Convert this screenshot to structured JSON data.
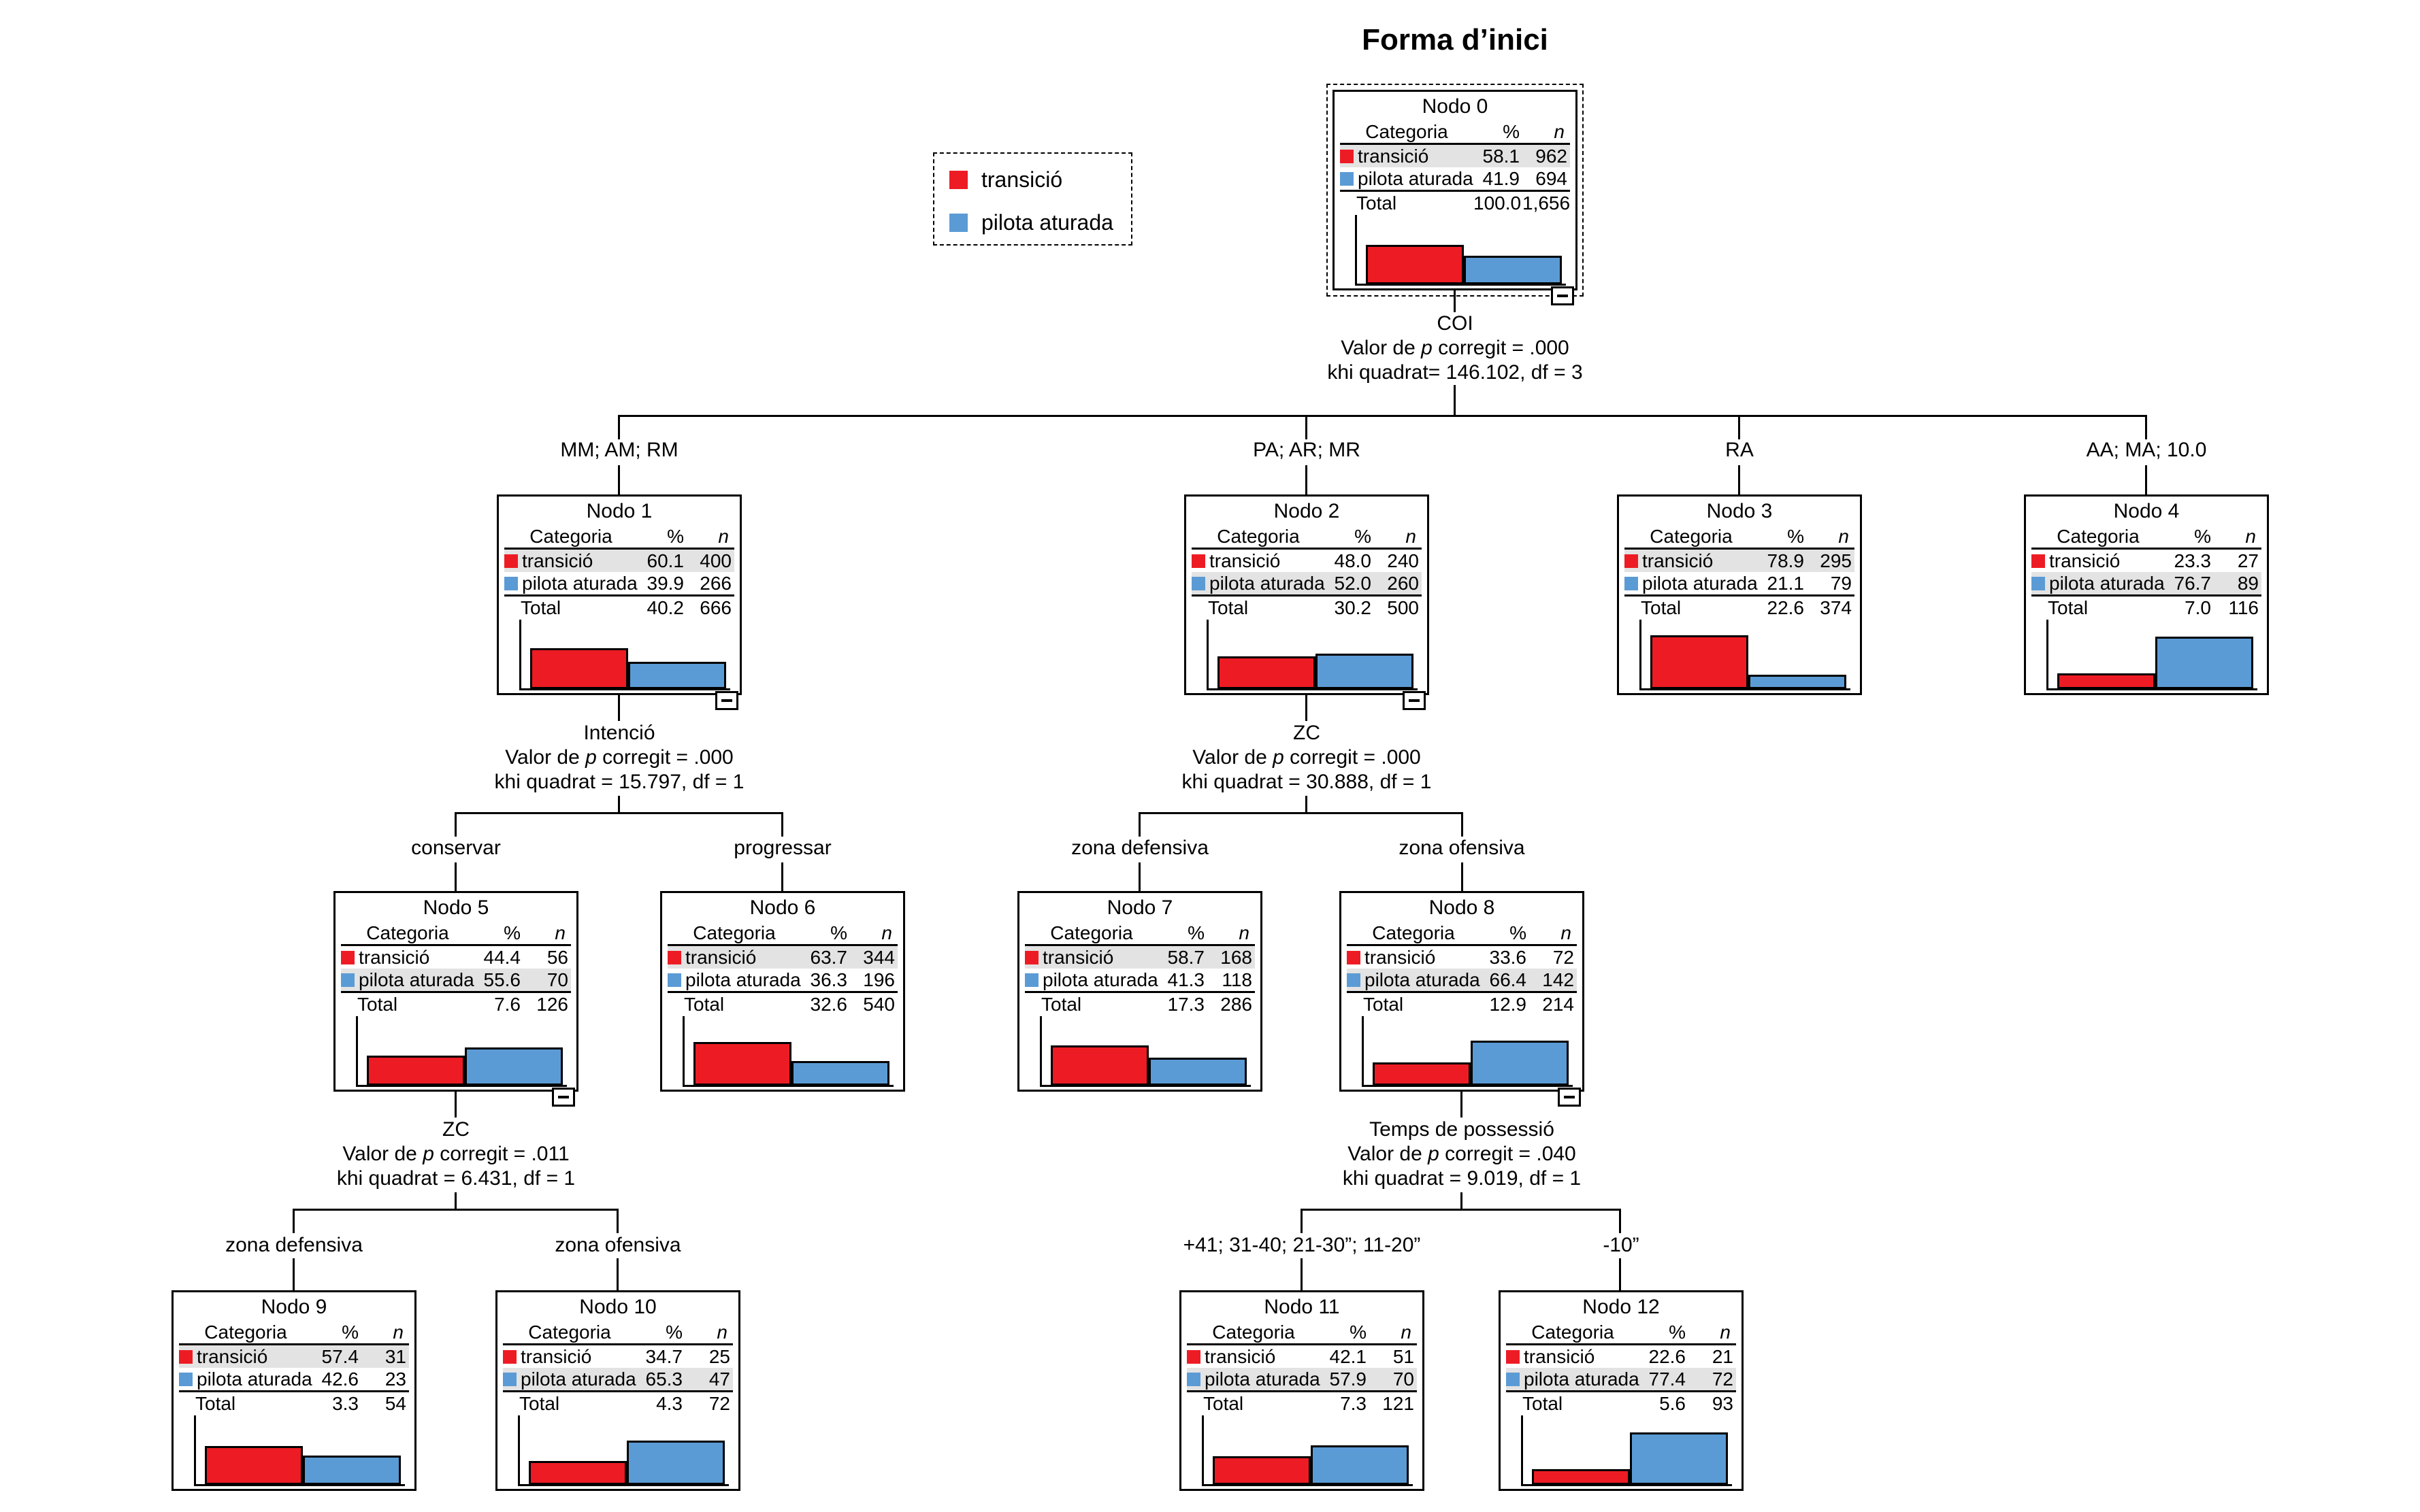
{
  "title": "Forma d’inici",
  "colors": {
    "red": "#ed1c24",
    "blue": "#5b9bd5",
    "row_highlight": "#e3e3e3",
    "line": "#000000"
  },
  "legend": {
    "items": [
      {
        "label": "transició",
        "color": "#ed1c24"
      },
      {
        "label": "pilota aturada",
        "color": "#5b9bd5"
      }
    ]
  },
  "table_headers": {
    "category": "Categoria",
    "pct": "%",
    "n": "n",
    "total": "Total"
  },
  "splits": [
    {
      "variable": "COI",
      "pvalue_parts": [
        "Valor de ",
        "p",
        " corregit = .000"
      ],
      "chi": "khi quadrat= 146.102, df = 3"
    },
    {
      "variable": "Intenció",
      "pvalue_parts": [
        "Valor de ",
        "p",
        " corregit = .000"
      ],
      "chi": "khi quadrat = 15.797, df = 1"
    },
    {
      "variable": "ZC",
      "pvalue_parts": [
        "Valor de ",
        "p",
        " corregit = .000"
      ],
      "chi": "khi quadrat = 30.888, df = 1"
    },
    {
      "variable": "ZC",
      "pvalue_parts": [
        "Valor de ",
        "p",
        " corregit = .011"
      ],
      "chi": "khi quadrat = 6.431, df = 1"
    },
    {
      "variable": "Temps de possessió",
      "pvalue_parts": [
        "Valor de ",
        "p",
        " corregit = .040"
      ],
      "chi": "khi quadrat = 9.019, df = 1"
    }
  ],
  "branch_labels": [
    "MM; AM; RM",
    "PA; AR; MR",
    "RA",
    "AA; MA; 10.0",
    "conservar",
    "progressar",
    "zona defensiva",
    "zona ofensiva",
    "zona defensiva",
    "zona ofensiva",
    "+41; 31-40; 21-30”; 11-20”",
    "-10”"
  ],
  "nodes": [
    {
      "title": "Nodo 0",
      "rows": [
        {
          "label": "transició",
          "pct": "58.1",
          "n": "962"
        },
        {
          "label": "pilota aturada",
          "pct": "41.9",
          "n": "694"
        }
      ],
      "total": {
        "pct": "100.0",
        "n": "1,656"
      },
      "selected": true,
      "has_collapse_button": true
    },
    {
      "title": "Nodo 1",
      "rows": [
        {
          "label": "transició",
          "pct": "60.1",
          "n": "400"
        },
        {
          "label": "pilota aturada",
          "pct": "39.9",
          "n": "266"
        }
      ],
      "total": {
        "pct": "40.2",
        "n": "666"
      },
      "selected": false,
      "has_collapse_button": true
    },
    {
      "title": "Nodo 2",
      "rows": [
        {
          "label": "transició",
          "pct": "48.0",
          "n": "240"
        },
        {
          "label": "pilota aturada",
          "pct": "52.0",
          "n": "260"
        }
      ],
      "total": {
        "pct": "30.2",
        "n": "500"
      },
      "selected": false,
      "has_collapse_button": true
    },
    {
      "title": "Nodo 3",
      "rows": [
        {
          "label": "transició",
          "pct": "78.9",
          "n": "295"
        },
        {
          "label": "pilota aturada",
          "pct": "21.1",
          "n": "79"
        }
      ],
      "total": {
        "pct": "22.6",
        "n": "374"
      },
      "selected": false,
      "has_collapse_button": false
    },
    {
      "title": "Nodo 4",
      "rows": [
        {
          "label": "transició",
          "pct": "23.3",
          "n": "27"
        },
        {
          "label": "pilota aturada",
          "pct": "76.7",
          "n": "89"
        }
      ],
      "total": {
        "pct": "7.0",
        "n": "116"
      },
      "selected": false,
      "has_collapse_button": false
    },
    {
      "title": "Nodo 5",
      "rows": [
        {
          "label": "transició",
          "pct": "44.4",
          "n": "56"
        },
        {
          "label": "pilota aturada",
          "pct": "55.6",
          "n": "70"
        }
      ],
      "total": {
        "pct": "7.6",
        "n": "126"
      },
      "selected": false,
      "has_collapse_button": true
    },
    {
      "title": "Nodo 6",
      "rows": [
        {
          "label": "transició",
          "pct": "63.7",
          "n": "344"
        },
        {
          "label": "pilota aturada",
          "pct": "36.3",
          "n": "196"
        }
      ],
      "total": {
        "pct": "32.6",
        "n": "540"
      },
      "selected": false,
      "has_collapse_button": false
    },
    {
      "title": "Nodo 7",
      "rows": [
        {
          "label": "transició",
          "pct": "58.7",
          "n": "168"
        },
        {
          "label": "pilota aturada",
          "pct": "41.3",
          "n": "118"
        }
      ],
      "total": {
        "pct": "17.3",
        "n": "286"
      },
      "selected": false,
      "has_collapse_button": false
    },
    {
      "title": "Nodo 8",
      "rows": [
        {
          "label": "transició",
          "pct": "33.6",
          "n": "72"
        },
        {
          "label": "pilota aturada",
          "pct": "66.4",
          "n": "142"
        }
      ],
      "total": {
        "pct": "12.9",
        "n": "214"
      },
      "selected": false,
      "has_collapse_button": true
    },
    {
      "title": "Nodo 9",
      "rows": [
        {
          "label": "transició",
          "pct": "57.4",
          "n": "31"
        },
        {
          "label": "pilota aturada",
          "pct": "42.6",
          "n": "23"
        }
      ],
      "total": {
        "pct": "3.3",
        "n": "54"
      },
      "selected": false,
      "has_collapse_button": false
    },
    {
      "title": "Nodo 10",
      "rows": [
        {
          "label": "transició",
          "pct": "34.7",
          "n": "25"
        },
        {
          "label": "pilota aturada",
          "pct": "65.3",
          "n": "47"
        }
      ],
      "total": {
        "pct": "4.3",
        "n": "72"
      },
      "selected": false,
      "has_collapse_button": false
    },
    {
      "title": "Nodo 11",
      "rows": [
        {
          "label": "transició",
          "pct": "42.1",
          "n": "51"
        },
        {
          "label": "pilota aturada",
          "pct": "57.9",
          "n": "70"
        }
      ],
      "total": {
        "pct": "7.3",
        "n": "121"
      },
      "selected": false,
      "has_collapse_button": false
    },
    {
      "title": "Nodo 12",
      "rows": [
        {
          "label": "transició",
          "pct": "22.6",
          "n": "21"
        },
        {
          "label": "pilota aturada",
          "pct": "77.4",
          "n": "72"
        }
      ],
      "total": {
        "pct": "5.6",
        "n": "93"
      },
      "selected": false,
      "has_collapse_button": false
    }
  ]
}
